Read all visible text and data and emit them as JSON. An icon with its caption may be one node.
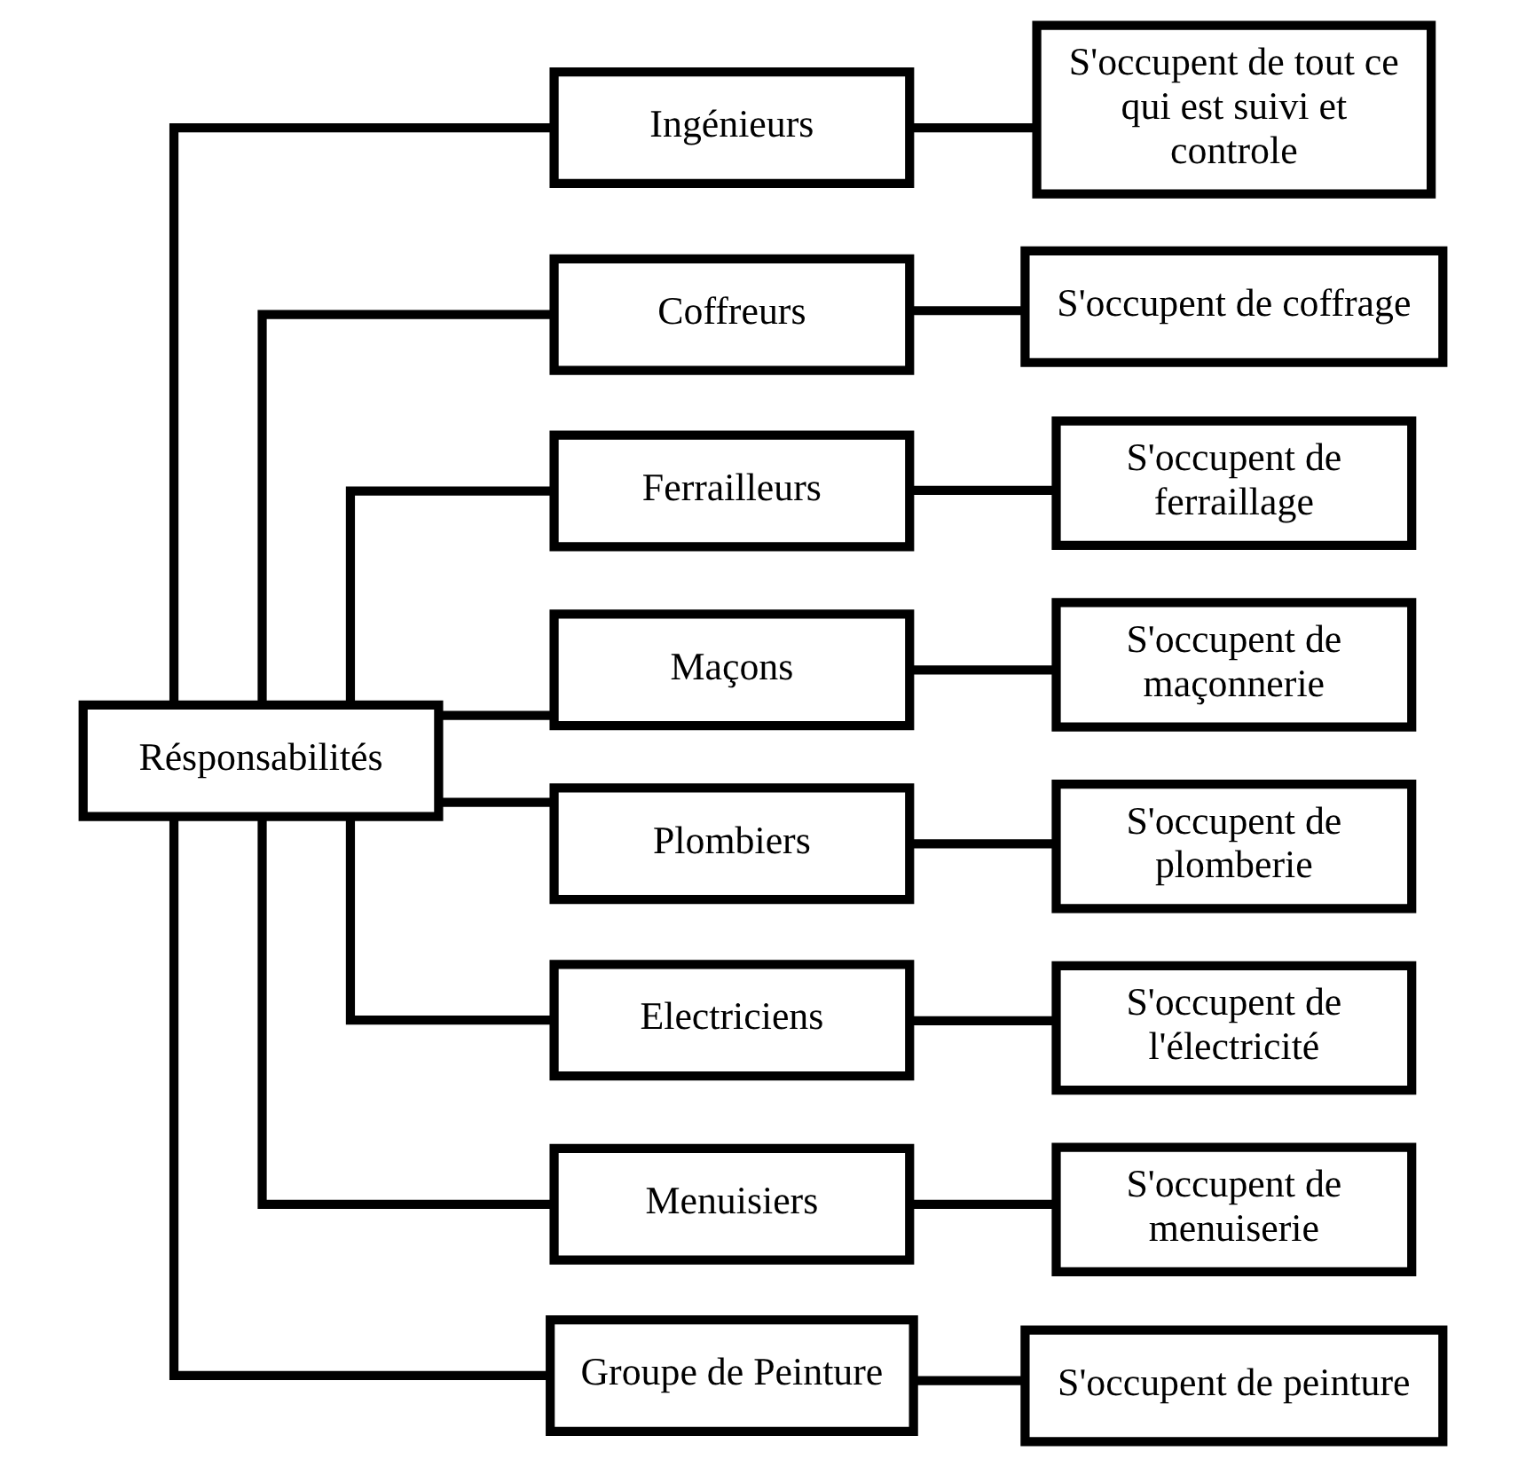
{
  "diagram": {
    "nodes": [
      {
        "text": [
          "Résponsabilités"
        ]
      },
      {
        "text": [
          "Ingénieurs"
        ]
      },
      {
        "text": [
          "Coffreurs"
        ]
      },
      {
        "text": [
          "Ferrailleurs"
        ]
      },
      {
        "text": [
          "Maçons"
        ]
      },
      {
        "text": [
          "Plombiers"
        ]
      },
      {
        "text": [
          "Electriciens"
        ]
      },
      {
        "text": [
          "Menuisiers"
        ]
      },
      {
        "text": [
          "Groupe de Peinture"
        ]
      },
      {
        "text": [
          "S'occupent de tout ce qui est suivi et controle"
        ]
      },
      {
        "text": [
          "S'occupent de coffrage"
        ]
      },
      {
        "text": [
          "S'occupent de ferraillage"
        ]
      },
      {
        "text": [
          "S'occupent de maçonnerie"
        ]
      },
      {
        "text": [
          "S'occupent de plomberie"
        ]
      },
      {
        "text": [
          "S'occupent de l'électricité"
        ]
      },
      {
        "text": [
          "S'occupent de menuiserie"
        ]
      },
      {
        "text": [
          "S'occupent de peinture"
        ]
      }
    ],
    "edges": [
      {
        "from": 0,
        "to": 1,
        "arrow": "none"
      },
      {
        "from": 0,
        "to": 2,
        "arrow": "none"
      },
      {
        "from": 0,
        "to": 3,
        "arrow": "none"
      },
      {
        "from": 0,
        "to": 4,
        "arrow": "none"
      },
      {
        "from": 0,
        "to": 5,
        "arrow": "none"
      },
      {
        "from": 0,
        "to": 6,
        "arrow": "none"
      },
      {
        "from": 0,
        "to": 7,
        "arrow": "none"
      },
      {
        "from": 0,
        "to": 8,
        "arrow": "none"
      },
      {
        "from": 1,
        "to": 9,
        "arrow": "none"
      },
      {
        "from": 2,
        "to": 10,
        "arrow": "none"
      },
      {
        "from": 3,
        "to": 11,
        "arrow": "none"
      },
      {
        "from": 4,
        "to": 12,
        "arrow": "none"
      },
      {
        "from": 5,
        "to": 13,
        "arrow": "none"
      },
      {
        "from": 6,
        "to": 14,
        "arrow": "none"
      },
      {
        "from": 7,
        "to": 15,
        "arrow": "none"
      },
      {
        "from": 8,
        "to": 16,
        "arrow": "none"
      }
    ]
  }
}
